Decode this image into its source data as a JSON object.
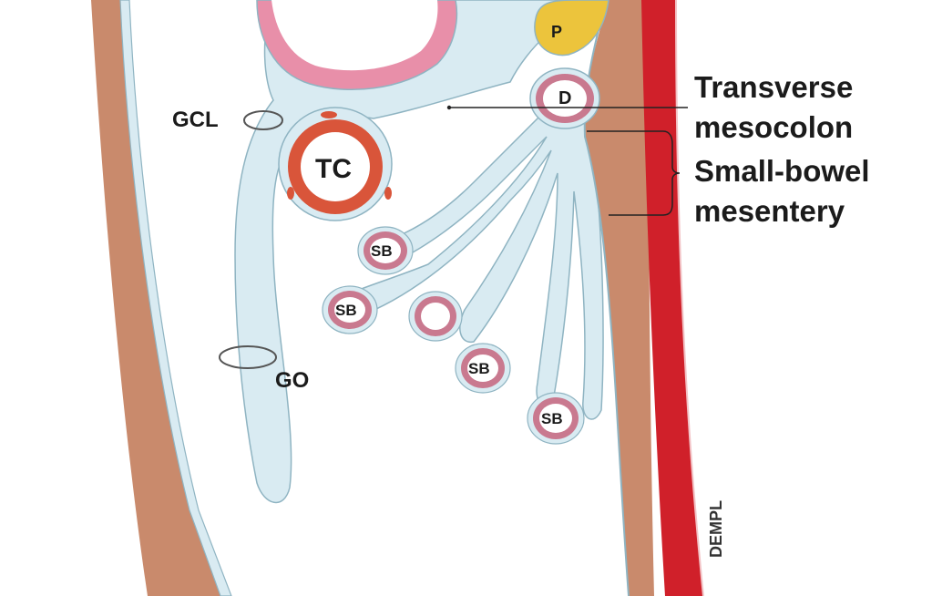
{
  "labels": {
    "gcl": "GCL",
    "tc": "TC",
    "go": "GO",
    "p": "P",
    "d": "D",
    "sb": "SB",
    "transverse_line1": "Transverse",
    "transverse_line2": "mesocolon",
    "smallbowel_line1": "Small-bowel",
    "smallbowel_line2": "mesentery",
    "signature": "DEMPL"
  },
  "colors": {
    "background": "#ffffff",
    "peritoneum": "#d9ebf2",
    "peritoneum_edge": "#8fb4c2",
    "body_wall": "#c98a6c",
    "aorta": "#d0202a",
    "stomach": "#e88fa9",
    "transverse_colon": "#d9553a",
    "pancreas": "#ecc43c",
    "small_bowel_wall": "#c9798f"
  }
}
